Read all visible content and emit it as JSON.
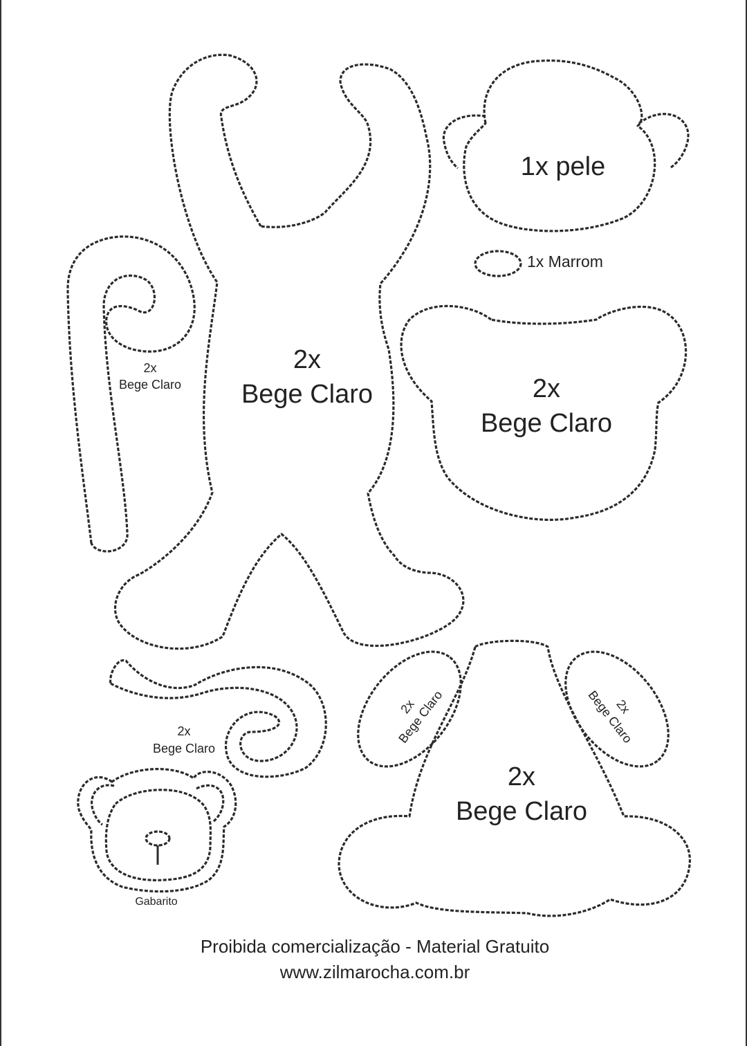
{
  "pieces": {
    "body": {
      "count": "2x",
      "material": "Bege Claro"
    },
    "tail_left": {
      "count": "2x",
      "material": "Bege Claro"
    },
    "face_skin": {
      "label": "1x pele"
    },
    "nose": {
      "label": "1x Marrom"
    },
    "head": {
      "count": "2x",
      "material": "Bege Claro"
    },
    "tail_bottom": {
      "count": "2x",
      "material": "Bege Claro"
    },
    "ear_left": {
      "count": "2x",
      "material": "Bege Claro"
    },
    "ear_right": {
      "count": "2x",
      "material": "Bege Claro"
    },
    "leg_base": {
      "count": "2x",
      "material": "Bege Claro"
    },
    "template": {
      "label": "Gabarito"
    }
  },
  "footer": {
    "notice": "Proibida comercialização - Material Gratuito",
    "website": "www.zilmarocha.com.br"
  },
  "colors": {
    "line": "#2b2b2b",
    "background": "#ffffff"
  }
}
